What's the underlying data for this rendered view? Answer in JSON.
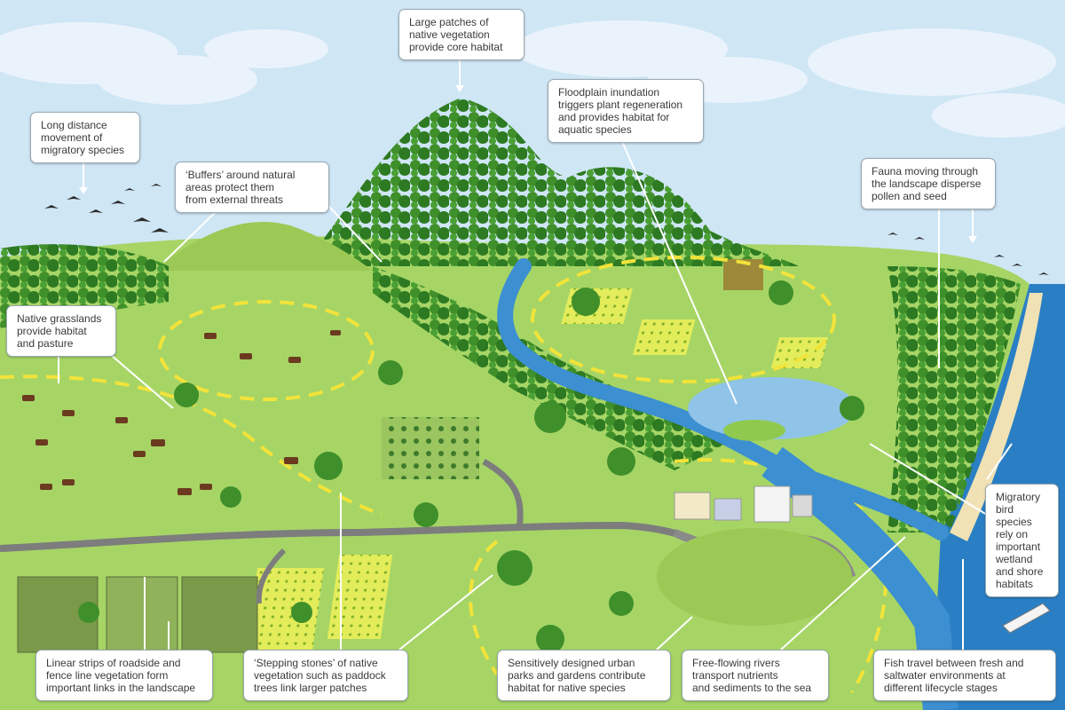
{
  "callouts": {
    "core_habitat": "Large patches of\nnative vegetation\nprovide core habitat",
    "migratory": "Long distance\nmovement of\nmigratory species",
    "buffers": "‘Buffers’ around  natural\nareas protect them\nfrom external threats",
    "floodplain": "Floodplain inundation\ntriggers plant regeneration\nand provides habitat for\naquatic species",
    "fauna": "Fauna moving through\nthe landscape disperse\npollen and seed",
    "grasslands": "Native grasslands\nprovide habitat\nand pasture",
    "migratory_birds": "Migratory\nbird\nspecies\nrely on\nimportant\nwetland\nand shore\nhabitats",
    "linear_strips": "Linear strips of roadside and\nfence line vegetation form\nimportant links in the landscape",
    "stepping_stones": "‘Stepping stones’ of native\nvegetation such as paddock\ntrees link larger patches",
    "urban": "Sensitively designed urban\nparks and gardens  contribute\nhabitat for native species",
    "rivers": "Free-flowing rivers\ntransport nutrients\nand sediments to the sea",
    "fish": "Fish travel between fresh and\nsaltwater environments at\ndifferent lifecycle stages"
  },
  "colors": {
    "sky": "#cfe6f5",
    "cloud": "#eaf3fb",
    "grass_light": "#b8df7a",
    "grass": "#8fca4f",
    "forest": "#3f8f2a",
    "forest_dark": "#2d6f1e",
    "water": "#3c8fd0",
    "sea": "#2a7fc4",
    "road": "#7d7d7d",
    "dashed_boundary": "#f2e33a",
    "crop": "#e3ec5a",
    "cattle": "#6b3a1f"
  }
}
